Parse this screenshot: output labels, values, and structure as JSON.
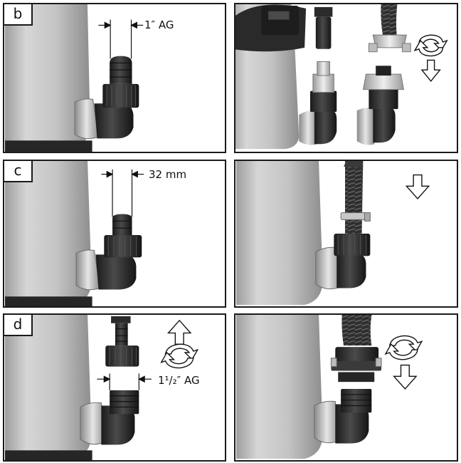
{
  "panels": {
    "b": {
      "label": "b",
      "dimension": "1″ AG"
    },
    "c": {
      "label": "c",
      "dimension": "32 mm"
    },
    "d": {
      "label": "d",
      "dimension": "1¹/₂″ AG"
    }
  },
  "colors": {
    "pump_body": "#c9c9c9",
    "fitting": "#2b2b2b",
    "connector_light": "#d9d9d9",
    "outline": "#1a1a1a"
  },
  "icons": [
    "rotate-arrow-icon",
    "down-arrow-icon",
    "up-arrow-icon"
  ]
}
